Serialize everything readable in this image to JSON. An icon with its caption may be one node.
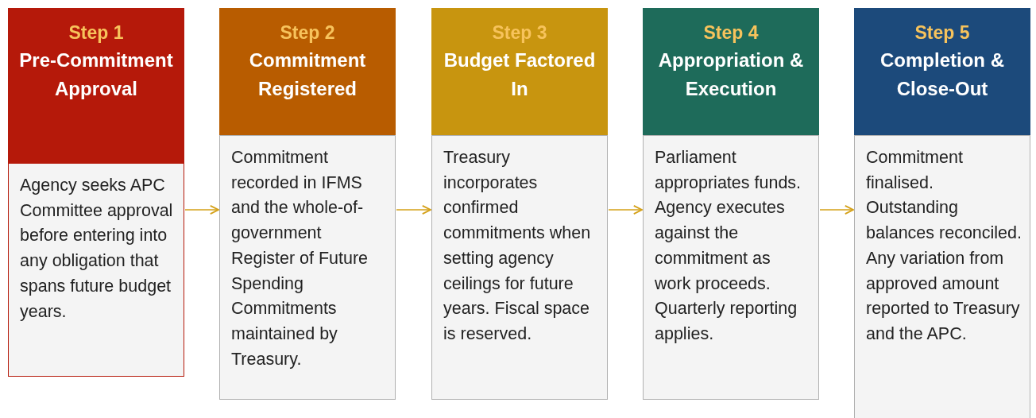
{
  "diagram": {
    "nodes": [
      {
        "text": [
          "Step 1",
          "Pre-Commitment Approval"
        ]
      },
      {
        "text": [
          "Agency seeks APC Committee approval before entering into any obligation that spans future budget years."
        ]
      },
      {
        "text": [
          "Step 2",
          "Commitment Registered"
        ]
      },
      {
        "text": [
          "Commitment recorded in IFMS and the whole-of-government Register of Future Spending Commitments maintained by Treasury."
        ]
      },
      {
        "text": [
          "Step 3",
          "Budget Factored In"
        ]
      },
      {
        "text": [
          "Treasury incorporates confirmed commitments when setting agency ceilings for future years. Fiscal space is reserved."
        ]
      },
      {
        "text": [
          "Step 4",
          "Appropriation & Execution"
        ]
      },
      {
        "text": [
          "Parliament appropriates funds. Agency executes against the commitment as work proceeds. Quarterly reporting applies."
        ]
      },
      {
        "text": [
          "Step 5",
          "Completion & Close-Out"
        ]
      },
      {
        "text": [
          "Commitment finalised. Outstanding balances reconciled. Any variation from approved amount reported to Treasury and the APC."
        ]
      }
    ],
    "edges": [
      {
        "from": 1,
        "to": 3,
        "arrow": "to"
      },
      {
        "from": 3,
        "to": 5,
        "arrow": "to"
      },
      {
        "from": 5,
        "to": 7,
        "arrow": "to"
      },
      {
        "from": 7,
        "to": 9,
        "arrow": "to"
      }
    ]
  }
}
